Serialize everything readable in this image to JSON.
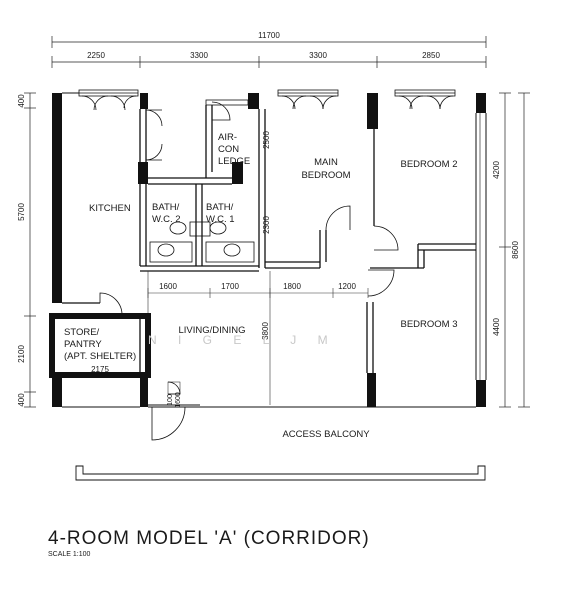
{
  "title": "4-ROOM MODEL 'A' (CORRIDOR)",
  "scale": "SCALE 1:100",
  "watermark": "N I G E L   J M",
  "dims": {
    "overall_width": "11700",
    "top": [
      "2250",
      "3300",
      "3300",
      "2850"
    ],
    "left": [
      "400",
      "5700",
      "2100",
      "400"
    ],
    "right": [
      "4200",
      "4400"
    ],
    "right_total": "8600",
    "inner_h": [
      "1600",
      "1700",
      "1800",
      "1200"
    ],
    "aircon_h": "2500",
    "bath_h": "2300",
    "living_h": "3800",
    "store_w": "2175",
    "door_a": "100",
    "door_b": "1600"
  },
  "rooms": {
    "kitchen": "KITCHEN",
    "aircon": [
      "AIR-",
      "CON",
      "LEDGE"
    ],
    "main_bedroom": [
      "MAIN",
      "BEDROOM"
    ],
    "bedroom2": "BEDROOM 2",
    "bedroom3": "BEDROOM 3",
    "bath2": [
      "BATH/",
      "W.C. 2"
    ],
    "bath1": [
      "BATH/",
      "W.C. 1"
    ],
    "store": [
      "STORE/",
      "PANTRY",
      "(APT. SHELTER)"
    ],
    "living": "LIVING/DINING",
    "balcony": "ACCESS BALCONY"
  }
}
